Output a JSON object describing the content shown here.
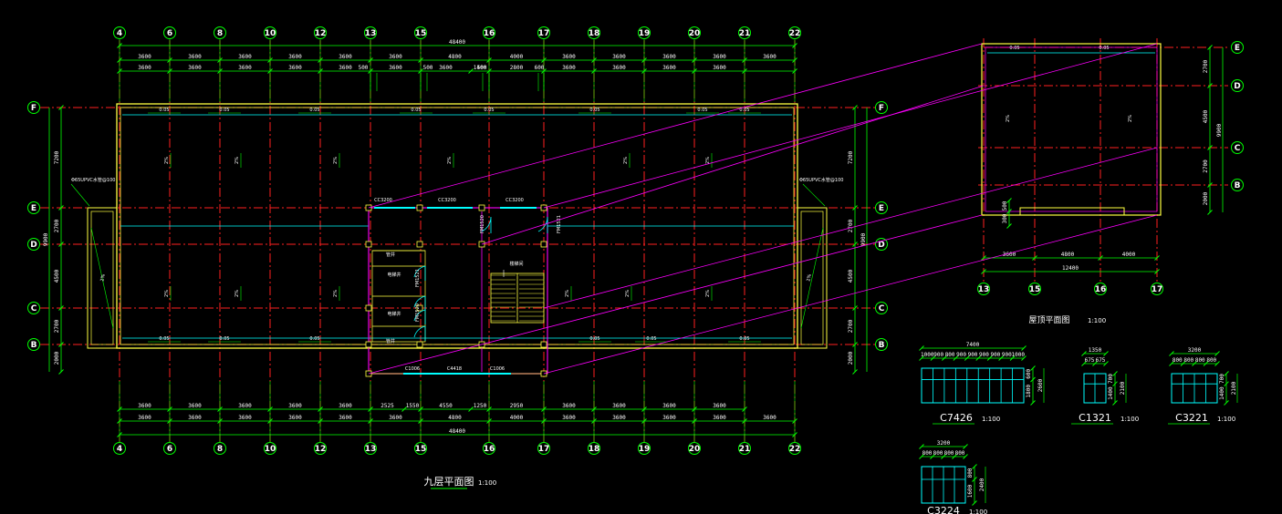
{
  "colors": {
    "background": "#000000",
    "axis": "#ff2020",
    "wall": "#ffff40",
    "dimension": "#00ff00",
    "section": "#ff00ff",
    "window": "#00ffff",
    "text": "#ffffff"
  },
  "main_plan": {
    "title": "九层平面图",
    "scale": "1:100",
    "column_axes": [
      "4",
      "6",
      "8",
      "10",
      "12",
      "13",
      "15",
      "16",
      "17",
      "18",
      "19",
      "20",
      "21",
      "22"
    ],
    "row_axes": [
      "F",
      "E",
      "D",
      "C",
      "B"
    ],
    "overall_width": "48400",
    "top_dims_outer": [
      "3600",
      "3600",
      "3600",
      "3600",
      "3600",
      "3600",
      "4800",
      "4000",
      "3600",
      "3600",
      "3600",
      "3600",
      "3600"
    ],
    "top_dims_inner": [
      "3600",
      "3600",
      "3600",
      "3600",
      "3600",
      "3600",
      "3600",
      "1400",
      "2800",
      "3600",
      "3600",
      "3600",
      "3600"
    ],
    "top_dims_small": [
      "500",
      "500",
      "500",
      "600"
    ],
    "bottom_dims_inner": [
      "3600",
      "3600",
      "3600",
      "3600",
      "3600",
      "2525",
      "1550",
      "4550",
      "1250",
      "2950",
      "3600",
      "3600",
      "3600",
      "3600"
    ],
    "bottom_dims_outer": [
      "3600",
      "3600",
      "3600",
      "3600",
      "3600",
      "3600",
      "4800",
      "4000",
      "3600",
      "3600",
      "3600",
      "3600",
      "3600"
    ],
    "left_dims": [
      "7200",
      "2700",
      "4500",
      "2700",
      "2000"
    ],
    "left_total": "9900",
    "right_dims": [
      "7200",
      "2700",
      "4500",
      "2700",
      "2000"
    ],
    "right_total": "9900",
    "drain_note_left": "Φ65UPVC水管@100",
    "drain_note_right": "Φ65UPVC水管@100",
    "window_tags": [
      "C4418",
      "C1006",
      "C1006",
      "CC3200",
      "CC3200",
      "CC3200"
    ],
    "door_tags": [
      "FM1520",
      "FM1521",
      "FM1521",
      "FM1520"
    ],
    "slope_label": "2%",
    "room_labels": [
      "管井",
      "电梯井",
      "电梯井",
      "管井",
      "楼梯间"
    ],
    "elev_labels": [
      "0.05",
      "0.05",
      "0.05",
      "0.05",
      "0.05",
      "0.05",
      "0.05",
      "0.05",
      "0.05",
      "0.05",
      "0.05",
      "0.05",
      "0.05",
      "0.05",
      "0.05",
      "0.05"
    ]
  },
  "roof_plan": {
    "title": "屋顶平面图",
    "scale": "1:100",
    "column_axes": [
      "13",
      "15",
      "16",
      "17"
    ],
    "row_axes": [
      "E",
      "D",
      "C",
      "B"
    ],
    "bottom_dims": [
      "3600",
      "4800",
      "4000"
    ],
    "bottom_total": "12400",
    "right_dims": [
      "2700",
      "4500",
      "2700",
      "2000"
    ],
    "right_total": "9900",
    "left_dims": [
      "500",
      "300"
    ],
    "slope_label": "2%"
  },
  "details": [
    {
      "name": "C7426",
      "scale": "1:100",
      "width": "7400",
      "bays": [
        "1000",
        "900",
        "800",
        "900",
        "900",
        "900",
        "900",
        "900",
        "1000"
      ],
      "heights": [
        "600",
        "1800"
      ],
      "total_height": "2600"
    },
    {
      "name": "C1321",
      "scale": "1:100",
      "width": "1350",
      "bays": [
        "675",
        "675"
      ],
      "heights": [
        "700",
        "1400"
      ],
      "total_height": "2100"
    },
    {
      "name": "C3221",
      "scale": "1:100",
      "width": "3200",
      "bays": [
        "800",
        "800",
        "800",
        "800"
      ],
      "heights": [
        "700",
        "1400"
      ],
      "total_height": "2100"
    },
    {
      "name": "C3224",
      "scale": "1:100",
      "width": "3200",
      "bays": [
        "800",
        "800",
        "800",
        "800"
      ],
      "heights": [
        "800",
        "1600"
      ],
      "total_height": "2400"
    }
  ]
}
